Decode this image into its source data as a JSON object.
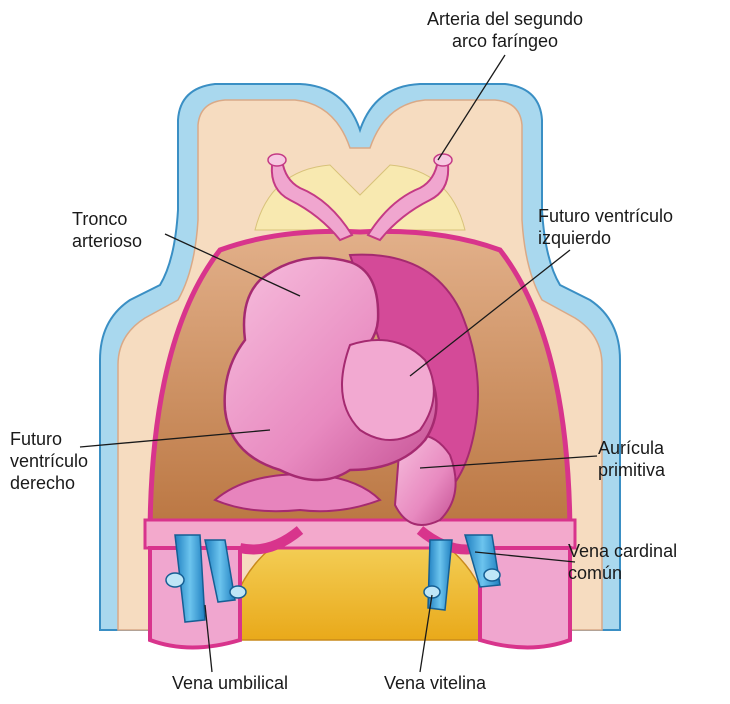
{
  "labels": {
    "arteria": "Arteria del segundo\narco faríngeo",
    "tronco": "Tronco\narterioso",
    "futuro_izq": "Futuro ventrículo\nizquierdo",
    "futuro_der": "Futuro\nventrículo\nderecho",
    "auricula": "Aurícula\nprimitiva",
    "cardinal": "Vena cardinal\ncomún",
    "umbilical": "Vena umbilical",
    "vitelina": "Vena vitelina"
  },
  "colors": {
    "outer_blue": "#a9d8ee",
    "outer_blue_stroke": "#3a8fc4",
    "tissue_beige": "#f6dcc0",
    "cavity_brown": "#c98a5a",
    "heart_pink": "#e27fb7",
    "heart_light": "#f0a6cf",
    "magenta_wall": "#d8348c",
    "yolk_yellow": "#f4c430",
    "pale_yellow": "#f8e9b0",
    "vein_blue": "#3fa9dc"
  }
}
